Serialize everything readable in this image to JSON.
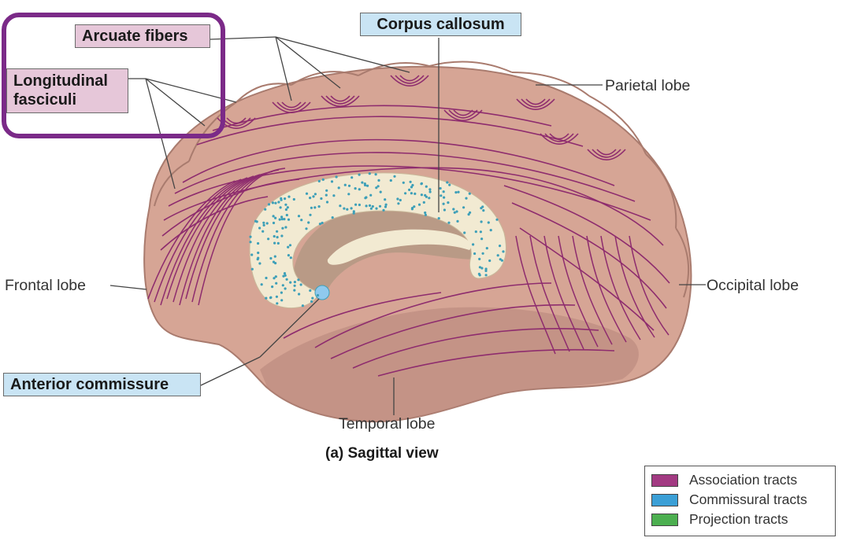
{
  "colors": {
    "brain_fill": "#d6a595",
    "brain_shade": "#b7857a",
    "brain_outline": "#a97b6e",
    "tract_line": "#8e2c6e",
    "callosum_fill": "#f2ead2",
    "callosum_dot": "#3d9fb8",
    "ventricle_fill": "#b99a86",
    "leader_line": "#444444",
    "highlight_frame": "#7b2a88"
  },
  "labels": {
    "arcuate_fibers": "Arcuate fibers",
    "longitudinal_fasciculi_line1": "Longitudinal",
    "longitudinal_fasciculi_line2": "fasciculi",
    "corpus_callosum": "Corpus callosum",
    "parietal_lobe": "Parietal lobe",
    "frontal_lobe": "Frontal lobe",
    "occipital_lobe": "Occipital lobe",
    "anterior_commissure": "Anterior commissure",
    "temporal_lobe": "Temporal lobe"
  },
  "caption": "(a) Sagittal view",
  "legend": [
    {
      "label": "Association tracts",
      "color": "#a23a82"
    },
    {
      "label": "Commissural tracts",
      "color": "#3b9fd6"
    },
    {
      "label": "Projection tracts",
      "color": "#4caf50"
    }
  ]
}
